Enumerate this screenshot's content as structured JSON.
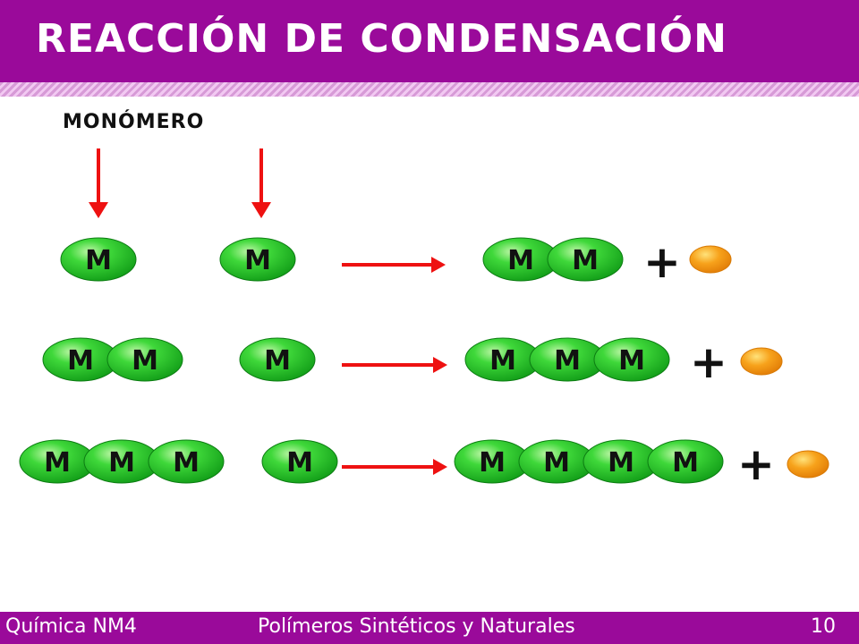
{
  "header": {
    "title": "REACCIÓN DE CONDENSACIÓN"
  },
  "labels": {
    "monomer": "MONÓMERO"
  },
  "monomer_letter": "M",
  "plus_sign": "+",
  "rows": [
    {
      "reactant_a": 1,
      "reactant_b": 1,
      "product": 2
    },
    {
      "reactant_a": 2,
      "reactant_b": 1,
      "product": 3
    },
    {
      "reactant_a": 3,
      "reactant_b": 1,
      "product": 4
    }
  ],
  "colors": {
    "header_bg": "#9a0a9a",
    "monomer_green": "#22c422",
    "arrow_red": "#ee1111",
    "byproduct_orange": "#f7a21b"
  },
  "footer": {
    "course": "Química NM4",
    "topic": "Polímeros Sintéticos y Naturales",
    "page": "10"
  }
}
